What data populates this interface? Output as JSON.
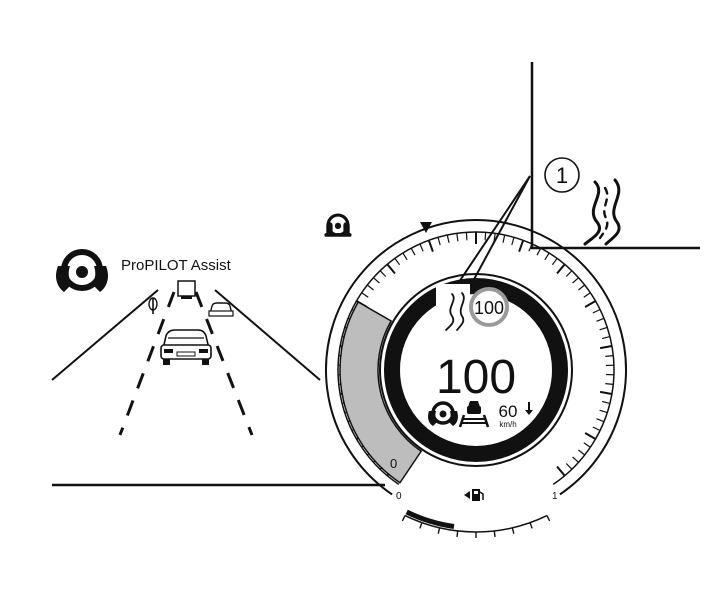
{
  "propilot_label": "ProPILOT Assist",
  "callout_number": "1",
  "speed_limit_sign": "100",
  "current_speed": "100",
  "set_speed": "60",
  "speed_unit": "km/h",
  "tach_zero_label": "0",
  "fuel_empty_label": "0",
  "fuel_full_label": "1",
  "icons": {
    "steering_hands": "steering-wheel-hands-icon",
    "slippery_road": "slippery-road-icon",
    "lane_keep": "lane-keep-icon",
    "fuel_pump": "fuel-pump-icon"
  },
  "colors": {
    "ink": "#111111",
    "gray_band": "#bdbdbd",
    "sign_ring": "#9a9a9a"
  }
}
